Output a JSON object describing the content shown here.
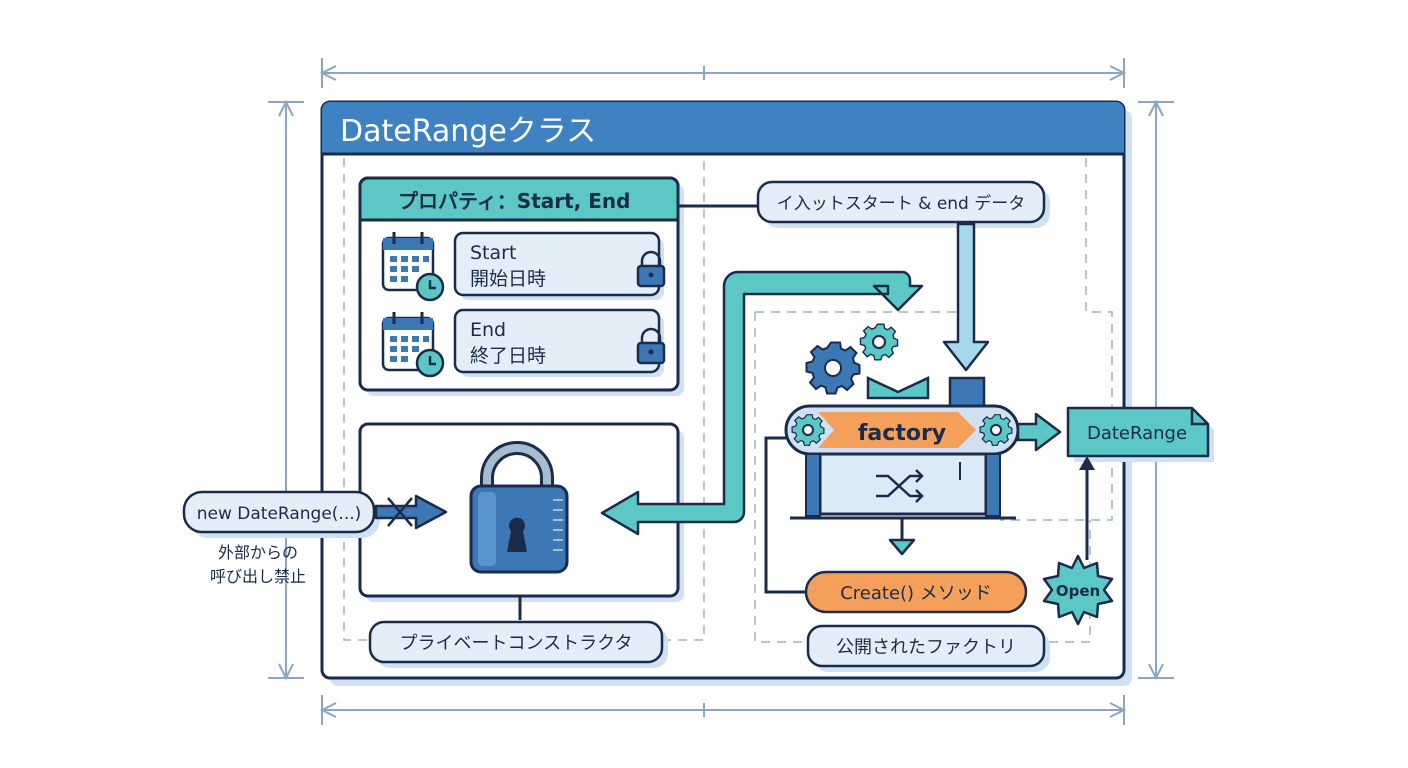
{
  "title": "DateRangeクラス",
  "properties": {
    "header": "プロパティ：Start, End",
    "start": {
      "name": "Start",
      "desc": "開始日時"
    },
    "end": {
      "name": "End",
      "desc": "終了日時"
    }
  },
  "input_label": "イ入ットスタート & end データ",
  "constructor_call": "new DateRange(...)",
  "blocked_note": [
    "外部からの",
    "呼び出し禁止"
  ],
  "private_constructor": "プライベートコンストラクタ",
  "factory": {
    "banner": "factory",
    "method": "Create() メソッド",
    "label": "公開されたファクトリ",
    "output": "DateRange",
    "badge": "Open"
  },
  "colors": {
    "title_bar": "#3f82c2",
    "teal": "#5cc8c6",
    "orange": "#f5a05a",
    "ink": "#1b2b4b",
    "panel": "#dce9f6",
    "lock": "#3c78b5"
  }
}
